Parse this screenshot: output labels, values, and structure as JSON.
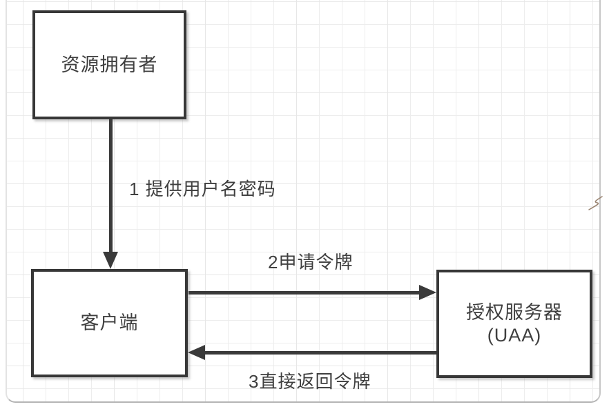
{
  "diagram": {
    "nodes": {
      "resource_owner": {
        "label": "资源拥有者"
      },
      "client": {
        "label": "客户端"
      },
      "auth_server": {
        "line1": "授权服务器",
        "line2": "(UAA)"
      }
    },
    "edges": {
      "step1": {
        "label": "1 提供用户名密码",
        "from": "资源拥有者",
        "to": "客户端",
        "direction": "down"
      },
      "step2": {
        "label": "2申请令牌",
        "from": "客户端",
        "to": "授权服务器(UAA)",
        "direction": "right"
      },
      "step3": {
        "label": "3直接返回令牌",
        "from": "授权服务器(UAA)",
        "to": "客户端",
        "direction": "left"
      }
    },
    "colors": {
      "shape_stroke": "#373737",
      "arrow": "#3a3a3a",
      "text": "#3f3f3f",
      "grid_line": "#ededed",
      "canvas_border": "#c6c6c6",
      "background": "#ffffff"
    }
  }
}
